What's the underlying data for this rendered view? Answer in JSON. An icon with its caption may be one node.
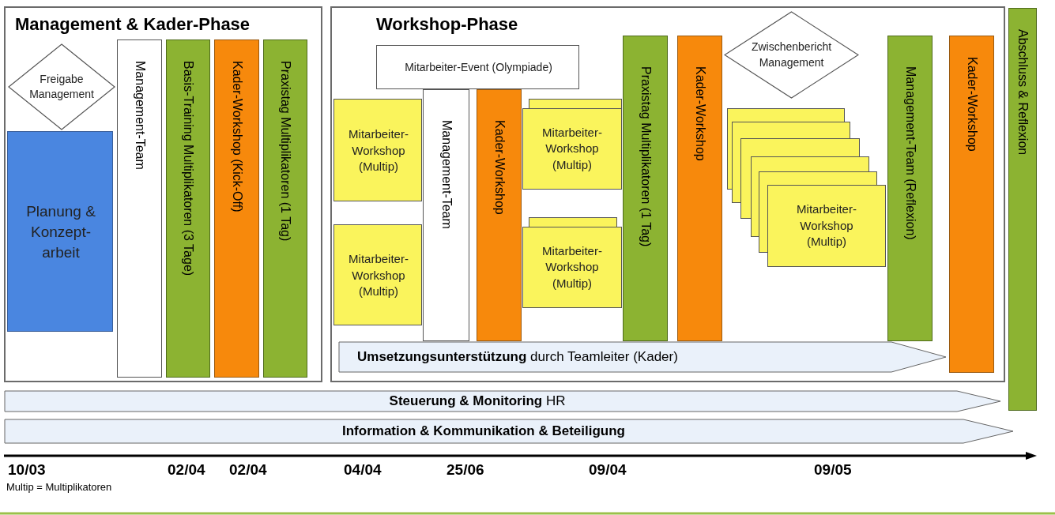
{
  "diagram": {
    "nodes": [
      {
        "text": [
          "Management & Kader-Phase"
        ]
      },
      {
        "text": [
          "Freigabe Management"
        ],
        "in": 0
      },
      {
        "text": [
          "Planung & Konzept- arbeit"
        ],
        "in": 0
      },
      {
        "text": [
          "Management-Team"
        ],
        "in": 0
      },
      {
        "text": [
          "Basis-Training Multiplikatoren (3 Tage)"
        ],
        "in": 0
      },
      {
        "text": [
          "Kader-Workshop (Kick-Off)"
        ],
        "in": 0
      },
      {
        "text": [
          "Praxistag Multiplikatoren (1 Tag)"
        ],
        "in": 0
      },
      {
        "text": [
          "Workshop-Phase"
        ]
      },
      {
        "text": [
          "Mitarbeiter-Event (Olympiade)"
        ],
        "in": 7
      },
      {
        "text": [
          "Management-Team"
        ],
        "in": 7
      },
      {
        "text": [
          "Mitarbeiter- Workshop (Multip)"
        ],
        "in": 7
      },
      {
        "text": [
          "Mitarbeiter- Workshop (Multip)"
        ],
        "in": 7
      },
      {
        "text": [
          "Kader-Workshop"
        ],
        "in": 7
      },
      {
        "text": [
          "Mitarbeiter- Workshop (Multip)"
        ],
        "in": 7
      },
      {
        "text": [
          "Mitarbeiter- Workshop (Multip)"
        ],
        "in": 7
      },
      {
        "text": [
          "Praxistag Multiplikatoren (1 Tag)"
        ],
        "in": 7
      },
      {
        "text": [
          "Kader-Workshop"
        ],
        "in": 7
      },
      {
        "text": [
          "Zwischenbericht Management"
        ],
        "in": 7
      },
      {
        "text": [
          "Mitarbeiter- Workshop (Multip)"
        ],
        "in": 7
      },
      {
        "text": [
          "Management-Team (Reflexion)"
        ],
        "in": 7
      },
      {
        "text": [
          "Kader-Workshop"
        ],
        "in": 7
      },
      {
        "text": [
          "**Umsetzungsunterstützung** durch Teamleiter (Kader)"
        ],
        "in": 7
      },
      {
        "text": [
          "Abschluss & Reflexion"
        ]
      },
      {
        "text": [
          "**Steuerung & Monitoring** HR"
        ]
      },
      {
        "text": [
          "Information & Kommunikation & Beteiligung"
        ]
      }
    ],
    "labels": [
      "10/03",
      "02/04",
      "02/04",
      "04/04",
      "25/06",
      "09/04",
      "09/05",
      "Multip = Multiplikatoren"
    ]
  }
}
